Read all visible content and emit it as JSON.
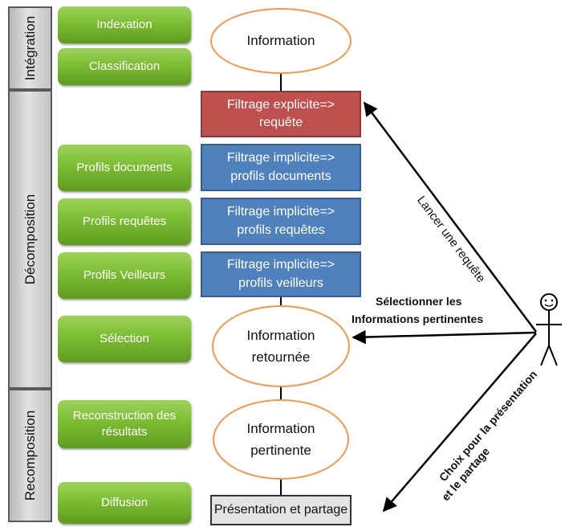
{
  "phases": {
    "integration": "Intégration",
    "decomposition": "Décomposition",
    "recomposition": "Recomposition"
  },
  "steps": {
    "indexation": "Indexation",
    "classification": "Classification",
    "profils_documents": "Profils documents",
    "profils_requetes": "Profils requêtes",
    "profils_veilleurs": "Profils Veilleurs",
    "selection": "Sélection",
    "reconstruction": "Reconstruction des résultats",
    "diffusion": "Diffusion"
  },
  "flow": {
    "information": "Information",
    "filtrage_explicite": "Filtrage explicite=> requête",
    "filtrage_documents": "Filtrage implicite=> profils documents",
    "filtrage_requetes": "Filtrage implicite=> profils requêtes",
    "filtrage_veilleurs": "Filtrage implicite=> profils veilleurs",
    "information_retournee": "Information retournée",
    "information_pertinente": "Information pertinente",
    "presentation": "Présentation et partage"
  },
  "arrows": {
    "lancer": "Lancer une requête",
    "selectionner_1": "Sélectionner les",
    "selectionner_2": "Informations pertinentes",
    "choix_1": "Choix pour la présentation",
    "choix_2": "et le partage"
  },
  "colors": {
    "green": "#7cbd33",
    "red": "#c0504d",
    "blue": "#4f81bd",
    "orange": "#f79646"
  }
}
